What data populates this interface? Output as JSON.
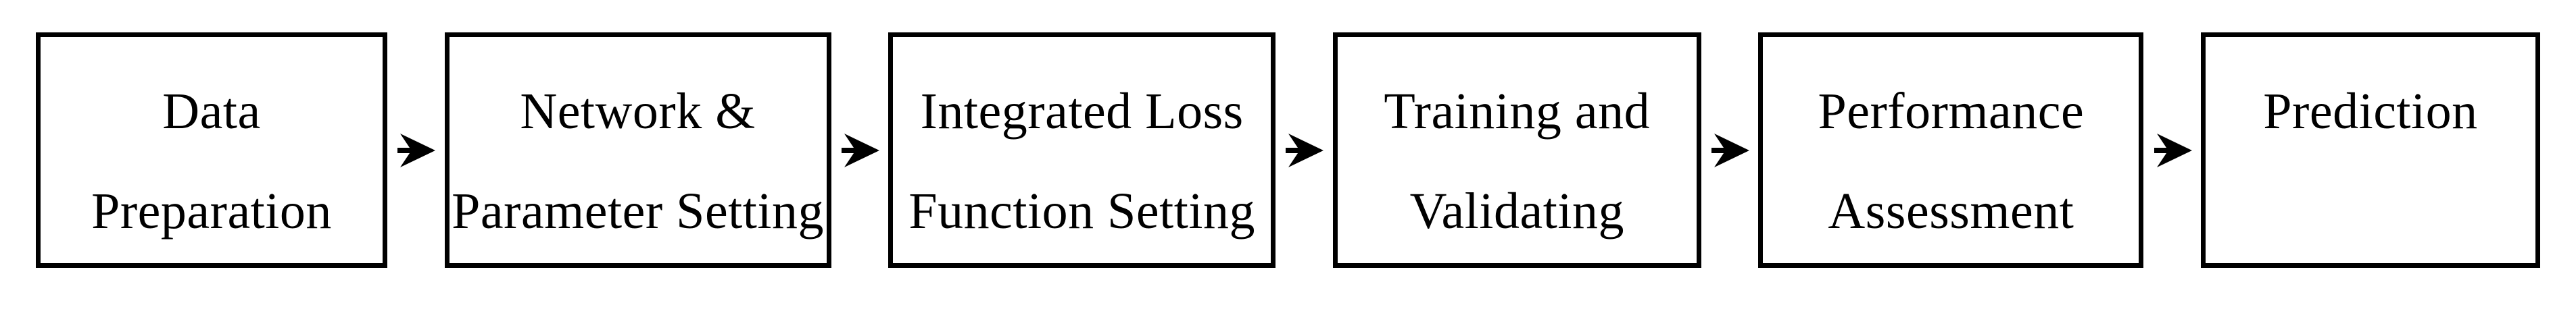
{
  "diagram": {
    "type": "flowchart",
    "orientation": "left-to-right",
    "background_color": "#ffffff",
    "stroke_color": "#000000",
    "text_color": "#000000",
    "nodes": [
      {
        "id": "data-preparation",
        "line1": "Data",
        "line2": "Preparation"
      },
      {
        "id": "network-parameter",
        "line1": "Network &",
        "line2": "Parameter Setting"
      },
      {
        "id": "integrated-loss",
        "line1": "Integrated Loss",
        "line2": "Function Setting"
      },
      {
        "id": "training-validating",
        "line1": "Training and",
        "line2": "Validating"
      },
      {
        "id": "performance-assessment",
        "line1": "Performance",
        "line2": "Assessment"
      },
      {
        "id": "prediction",
        "line1": "Prediction",
        "line2": ""
      }
    ],
    "connectors": [
      {
        "id": "arrow-1",
        "icon": "arrow-right-icon",
        "from": "data-preparation",
        "to": "network-parameter"
      },
      {
        "id": "arrow-2",
        "icon": "arrow-right-icon",
        "from": "network-parameter",
        "to": "integrated-loss"
      },
      {
        "id": "arrow-3",
        "icon": "arrow-right-icon",
        "from": "integrated-loss",
        "to": "training-validating"
      },
      {
        "id": "arrow-4",
        "icon": "arrow-right-icon",
        "from": "training-validating",
        "to": "performance-assessment"
      },
      {
        "id": "arrow-5",
        "icon": "arrow-right-icon",
        "from": "performance-assessment",
        "to": "prediction"
      }
    ]
  }
}
